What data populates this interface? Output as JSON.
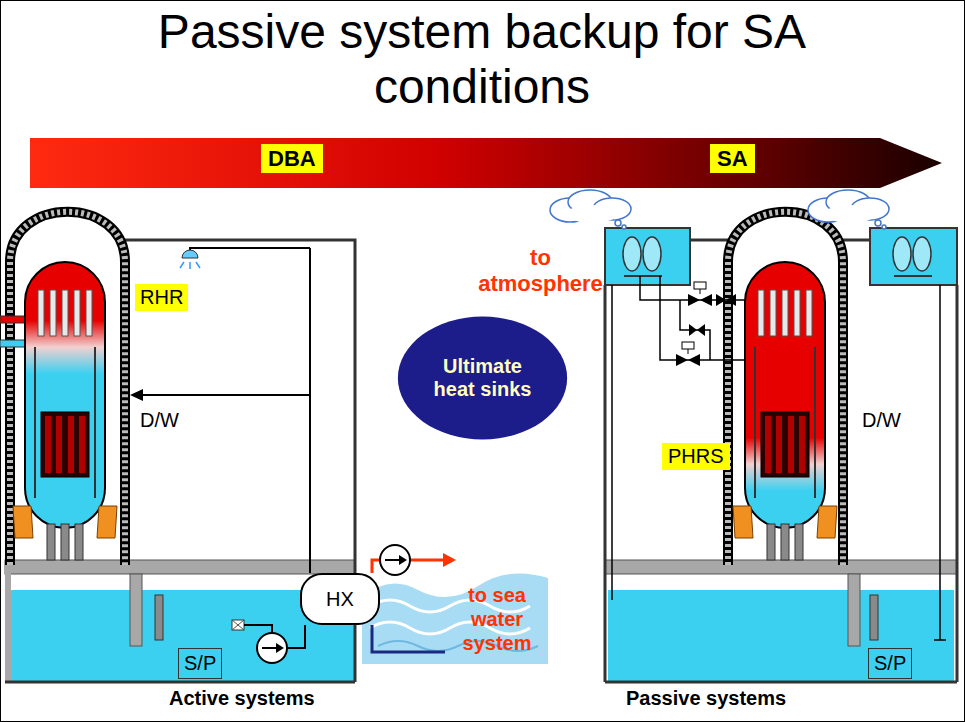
{
  "diagram": {
    "title": "Passive system backup for SA conditions",
    "nodes": [
      {
        "text": [
          "DBA"
        ]
      },
      {
        "text": [
          "SA"
        ]
      },
      {
        "text": [
          "RHR"
        ]
      },
      {
        "text": [
          "Ultimate heat sinks"
        ]
      },
      {
        "text": [
          "PHRS"
        ]
      },
      {
        "text": [
          "HX"
        ]
      },
      {
        "text": [
          "S/P"
        ]
      },
      {
        "text": [
          "S/P"
        ]
      }
    ],
    "labels": [
      "to atmosphere",
      "D/W",
      "D/W",
      "to sea water system",
      "Active systems",
      "Passive systems"
    ]
  }
}
